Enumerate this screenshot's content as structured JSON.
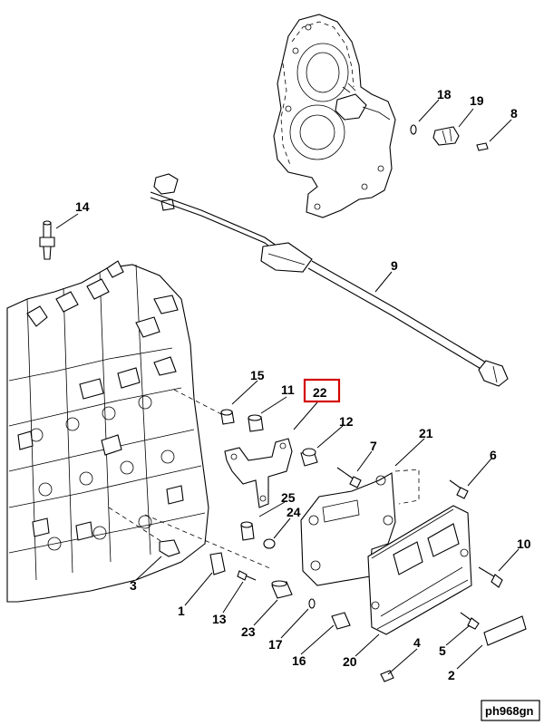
{
  "diagram": {
    "reference_code": "ph968gn",
    "highlighted_callout": "22",
    "highlight_color": "#d40000",
    "callouts": [
      {
        "id": "c1",
        "text": "1"
      },
      {
        "id": "c2",
        "text": "2"
      },
      {
        "id": "c3",
        "text": "3"
      },
      {
        "id": "c4",
        "text": "4"
      },
      {
        "id": "c5",
        "text": "5"
      },
      {
        "id": "c6",
        "text": "6"
      },
      {
        "id": "c7",
        "text": "7"
      },
      {
        "id": "c8",
        "text": "8"
      },
      {
        "id": "c9",
        "text": "9"
      },
      {
        "id": "c10",
        "text": "10"
      },
      {
        "id": "c11",
        "text": "11"
      },
      {
        "id": "c12",
        "text": "12"
      },
      {
        "id": "c13",
        "text": "13"
      },
      {
        "id": "c14",
        "text": "14"
      },
      {
        "id": "c15",
        "text": "15"
      },
      {
        "id": "c16",
        "text": "16"
      },
      {
        "id": "c17",
        "text": "17"
      },
      {
        "id": "c18",
        "text": "18"
      },
      {
        "id": "c19",
        "text": "19"
      },
      {
        "id": "c20",
        "text": "20"
      },
      {
        "id": "c21",
        "text": "21"
      },
      {
        "id": "c22",
        "text": "22"
      },
      {
        "id": "c23",
        "text": "23"
      },
      {
        "id": "c24",
        "text": "24"
      },
      {
        "id": "c25",
        "text": "25"
      }
    ]
  }
}
